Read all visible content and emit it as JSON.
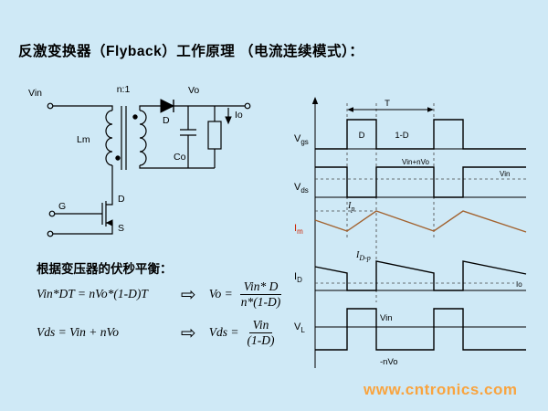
{
  "title": "反激变换器（Flyback）工作原理 （电流连续模式）：",
  "circuit": {
    "vin": "Vin",
    "turns_ratio": "n:1",
    "magnetizing_inductance": "Lm",
    "diode": "D",
    "output_voltage": "Vo",
    "output_current": "Io",
    "output_cap": "Co",
    "gate": "G",
    "drain": "D",
    "source": "S"
  },
  "volt_second": {
    "heading": "根据变压器的伏秒平衡：",
    "arrow": "⇨",
    "eq1_lhs": "Vin*DT = nVo*(1-D)T",
    "eq1_rhs_head": "Vo =",
    "eq1_numerator": "Vin* D",
    "eq1_denominator": "n*(1-D)",
    "eq2_lhs": "Vds = Vin + nVo",
    "eq2_rhs_head": "Vds =",
    "eq2_numerator": "Vin",
    "eq2_denominator": "(1-D)"
  },
  "waveforms": {
    "period": "T",
    "vgs": {
      "main": "V",
      "sub": "gs"
    },
    "duty_on": "D",
    "duty_off": "1-D",
    "vds": {
      "main": "V",
      "sub": "ds"
    },
    "vds_high_level": "Vin+nVo",
    "vds_vin_level": "Vin",
    "im": {
      "main": "I",
      "sub": "m"
    },
    "ip": {
      "main": "I",
      "sub": "p"
    },
    "id": {
      "main": "I",
      "sub": "D"
    },
    "idp": {
      "main": "I",
      "sub": "D-p"
    },
    "io_level": "Io",
    "vl": {
      "main": "V",
      "sub": "L"
    },
    "vl_high": "Vin",
    "vl_low": "-nVo"
  },
  "watermark": "www.cntronics.com"
}
